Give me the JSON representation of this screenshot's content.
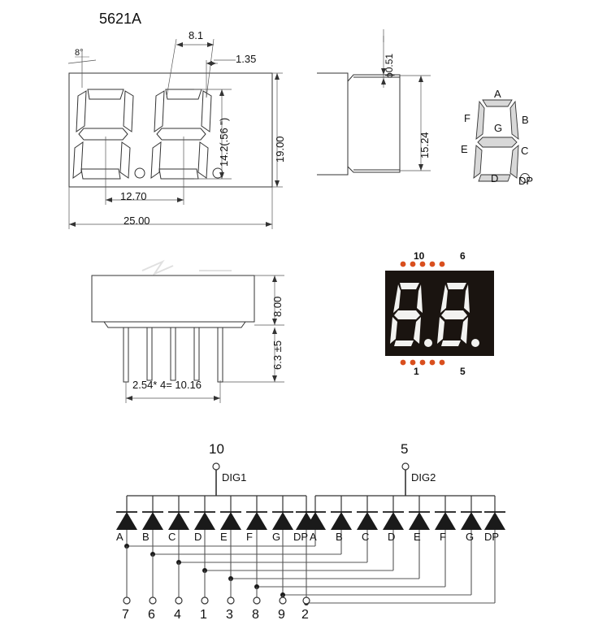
{
  "title": "5621A",
  "views": {
    "front": {
      "name": "front-view",
      "dimensions": {
        "angle": "8°",
        "segment_width": "8.1",
        "stroke_width": "1.35",
        "digit_height": "14.2(.56 \")",
        "body_height": "19.00",
        "digit_pitch": "12.70",
        "body_width": "25.00"
      }
    },
    "side": {
      "name": "side-view",
      "dimensions": {
        "pin_diameter": "ϕ0.51",
        "body_height": "15.24"
      }
    },
    "segment_map": {
      "name": "segment-reference",
      "labels": {
        "a": "A",
        "b": "B",
        "c": "C",
        "d": "D",
        "e": "E",
        "f": "F",
        "g": "G",
        "dp": "DP"
      }
    },
    "profile": {
      "name": "profile-view",
      "dimensions": {
        "body_thickness": "8.00",
        "pin_length": "6.3 ±5",
        "pin_pitch": "2.54* 4= 10.16"
      }
    },
    "photo": {
      "name": "product-photo",
      "top_pins": [
        "10",
        "6"
      ],
      "bottom_pins": [
        "1",
        "5"
      ],
      "top_dot_count": 5,
      "bottom_dot_count": 5,
      "background": "#1a1410",
      "dot_color": "#d94f1e",
      "segment_color": "#f2f2f0"
    }
  },
  "schematic": {
    "name": "internal-circuit-diagram",
    "digit1": {
      "common_pin": "10",
      "common_label": "DIG1",
      "segments": [
        "A",
        "B",
        "C",
        "D",
        "E",
        "F",
        "G",
        "DP"
      ]
    },
    "digit2": {
      "common_pin": "5",
      "common_label": "DIG2",
      "segments": [
        "A",
        "B",
        "C",
        "D",
        "E",
        "F",
        "G",
        "DP"
      ]
    },
    "terminal_pins": [
      "7",
      "6",
      "4",
      "1",
      "3",
      "8",
      "9",
      "2"
    ],
    "segment_pin_map": [
      {
        "segment": "A",
        "pin": "7"
      },
      {
        "segment": "B",
        "pin": "6"
      },
      {
        "segment": "C",
        "pin": "4"
      },
      {
        "segment": "D",
        "pin": "1"
      },
      {
        "segment": "E",
        "pin": "3"
      },
      {
        "segment": "F",
        "pin": "8"
      },
      {
        "segment": "G",
        "pin": "9"
      },
      {
        "segment": "DP",
        "pin": "2"
      }
    ]
  },
  "colors": {
    "line": "#333333",
    "thin_line": "#555555",
    "fill_segment": "#d8d8d8",
    "photo_bg": "#1a1410",
    "photo_dot": "#d94f1e",
    "photo_seg": "#f2f2f0"
  }
}
